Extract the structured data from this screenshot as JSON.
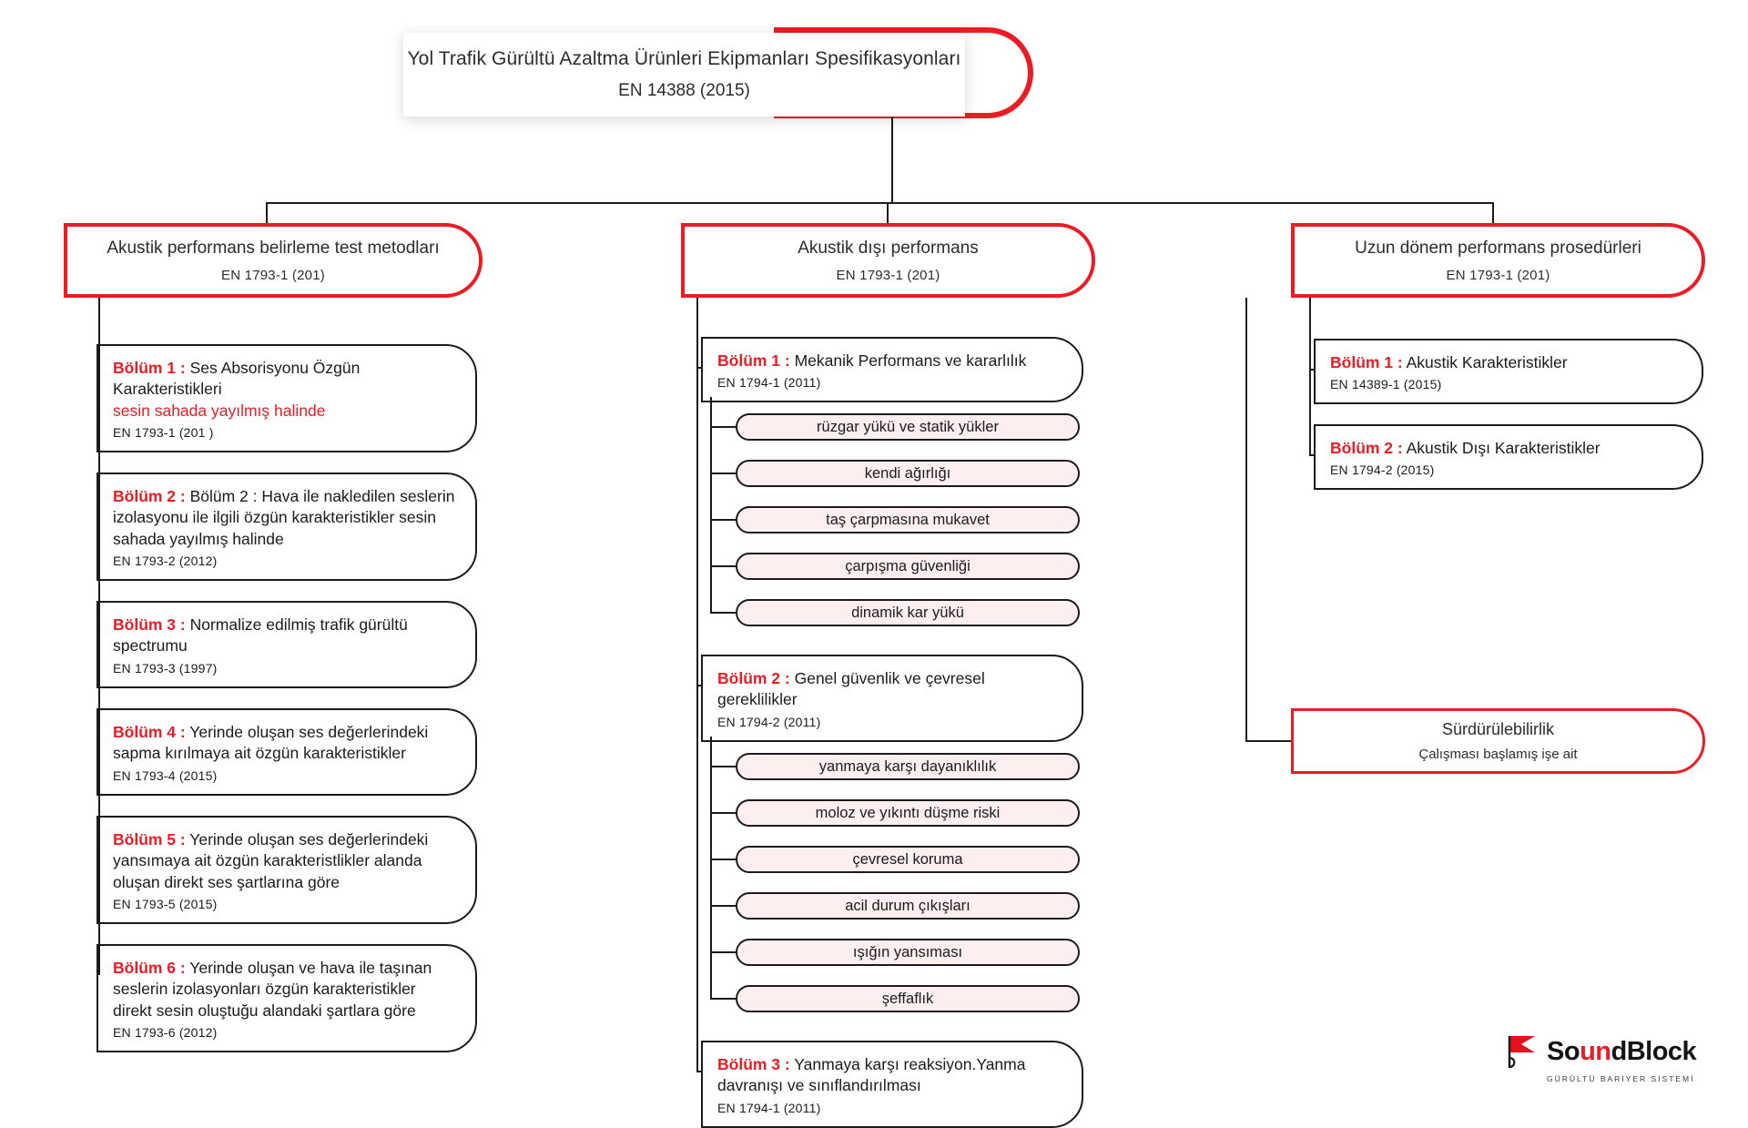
{
  "diagram": {
    "root": {
      "title": "Yol Trafik Gürültü Azaltma Ürünleri Ekipmanları Spesifikasyonları",
      "code": "EN 14388 (2015)"
    },
    "columns": [
      {
        "id": "acoustic-test-methods",
        "header": {
          "title": "Akustik performans belirleme test metodları",
          "code": "EN 1793-1 (201)"
        },
        "cards": [
          {
            "label": "Bölüm 1 :",
            "text": " Ses Absorisyonu Özgün Karakteristikleri",
            "text_red": "sesin sahada yayılmış halinde",
            "code": "EN 1793-1 (201  )"
          },
          {
            "label": "Bölüm 2 :",
            "text": " Bölüm 2 : Hava ile nakledilen seslerin izolasyonu ile ilgili özgün karakteristikler sesin sahada yayılmış halinde",
            "code": "EN 1793-2 (2012)"
          },
          {
            "label": "Bölüm 3 :",
            "text": " Normalize edilmiş trafik gürültü spectrumu",
            "code": "EN 1793-3 (1997)"
          },
          {
            "label": "Bölüm 4 :",
            "text": " Yerinde oluşan ses değerlerindeki sapma kırılmaya ait özgün karakteristikler",
            "code": "EN 1793-4 (2015)"
          },
          {
            "label": "Bölüm 5 :",
            "text": " Yerinde oluşan ses değerlerindeki yansımaya ait özgün karakteristlikler alanda oluşan direkt ses şartlarına göre",
            "code": "EN 1793-5 (2015)"
          },
          {
            "label": "Bölüm 6 :",
            "text": " Yerinde oluşan ve hava ile taşınan seslerin izolasyonları özgün karakteristikler direkt sesin oluştuğu alandaki şartlara göre",
            "code": "EN 1793-6 (2012)"
          }
        ]
      },
      {
        "id": "non-acoustic-performance",
        "header": {
          "title": "Akustik dışı performans",
          "code": "EN 1793-1 (201)"
        },
        "cards": [
          {
            "label": "Bölüm 1 :",
            "text": " Mekanik Performans ve kararlılık",
            "code": "EN 1794-1 (2011)",
            "pills": [
              "rüzgar yükü ve statik yükler",
              "kendi ağırlığı",
              "taş çarpmasına mukavet",
              "çarpışma güvenliği",
              "dinamik kar yükü"
            ]
          },
          {
            "label": "Bölüm 2 :",
            "text": " Genel güvenlik ve çevresel gereklilikler",
            "code": "EN 1794-2 (2011)",
            "pills": [
              "yanmaya karşı dayanıklılık",
              "moloz ve yıkıntı düşme riski",
              "çevresel koruma",
              "acil durum çıkışları",
              "ışığın yansıması",
              "şeffaflık"
            ]
          },
          {
            "label": "Bölüm 3 :",
            "text": " Yanmaya karşı reaksiyon.Yanma davranışı ve sınıflandırılması",
            "code": "EN 1794-1 (2011)",
            "pills": []
          }
        ]
      },
      {
        "id": "long-term-performance",
        "header": {
          "title": "Uzun dönem performans prosedürleri",
          "code": "EN 1793-1 (201)"
        },
        "cards": [
          {
            "label": "Bölüm 1 :",
            "text": " Akustik Karakteristikler",
            "code": "EN 14389-1 (2015)"
          },
          {
            "label": "Bölüm 2 :",
            "text": " Akustik Dışı Karakteristikler",
            "code": "EN 1794-2 (2015)"
          }
        ],
        "extra": {
          "title": "Sürdürülebilirlik",
          "subtitle": "Çalışması başlamış işe ait"
        }
      }
    ]
  },
  "logo": {
    "word_a": "So",
    "word_b": "un",
    "word_c": "d",
    "word_d": "Block",
    "subtitle": "GÜRÜLTÜ BARİYER SİSTEMİ"
  },
  "colors": {
    "accent_red": "#ec1c24",
    "pill_fill": "#fdeef0",
    "line": "#1b1b1e"
  }
}
